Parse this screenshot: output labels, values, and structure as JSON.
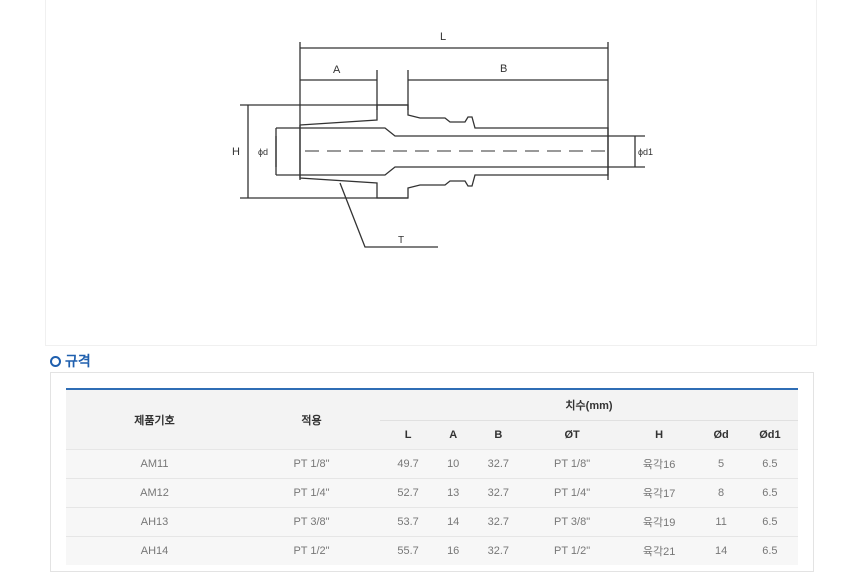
{
  "diagram": {
    "labels": {
      "L": "L",
      "A": "A",
      "B": "B",
      "H": "H",
      "d": "ϕd",
      "d1": "ϕd1",
      "T": "T"
    }
  },
  "section": {
    "title": "규격",
    "icon": "circle-bullet-icon"
  },
  "table": {
    "headers": {
      "code": "제품기호",
      "apply": "적용",
      "dims": "치수(mm)"
    },
    "dim_columns": [
      "L",
      "A",
      "B",
      "ØT",
      "H",
      "Ød",
      "Ød1"
    ],
    "rows": [
      [
        "AM11",
        "PT 1/8\"",
        "49.7",
        "10",
        "32.7",
        "PT 1/8\"",
        "육각16",
        "5",
        "6.5"
      ],
      [
        "AM12",
        "PT 1/4\"",
        "52.7",
        "13",
        "32.7",
        "PT 1/4\"",
        "육각17",
        "8",
        "6.5"
      ],
      [
        "AH13",
        "PT 3/8\"",
        "53.7",
        "14",
        "32.7",
        "PT 3/8\"",
        "육각19",
        "11",
        "6.5"
      ],
      [
        "AH14",
        "PT 1/2\"",
        "55.7",
        "16",
        "32.7",
        "PT 1/2\"",
        "육각21",
        "14",
        "6.5"
      ]
    ]
  }
}
